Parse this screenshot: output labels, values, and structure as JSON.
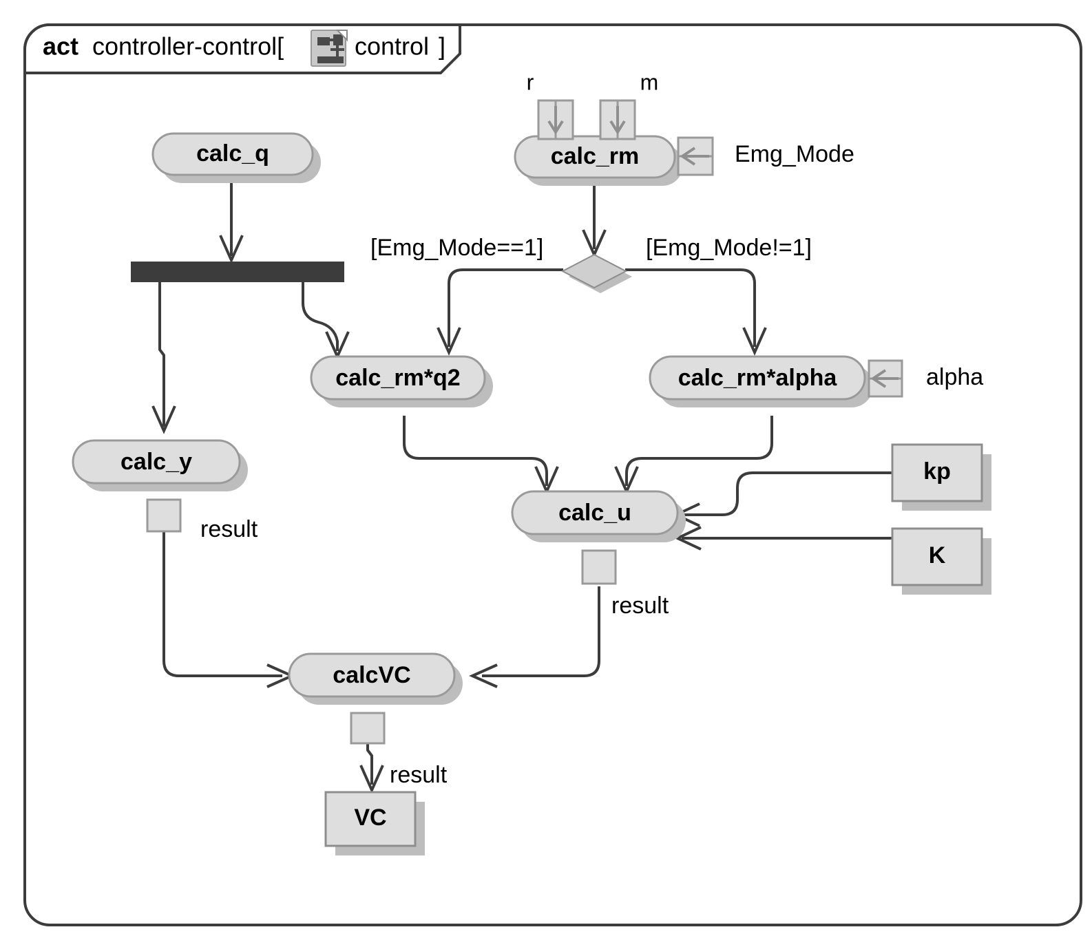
{
  "diagram": {
    "kind": "uml-activity-diagram",
    "header": {
      "keyword": "act",
      "name": "controller-control[",
      "icon": "activity-diagram-icon",
      "param": "control",
      "close_bracket": "]"
    },
    "colors": {
      "node_fill": "#dedede",
      "node_stroke": "#9a9a9a",
      "shadow": "#bdbdbd",
      "flow": "#3c3c3c",
      "fork_bar": "#3c3c3c",
      "decision_fill": "#cfcfcf",
      "frame_stroke": "#3c3c3c",
      "background": "#ffffff"
    },
    "actions": [
      {
        "id": "calc_q",
        "label": "calc_q"
      },
      {
        "id": "calc_rm",
        "label": "calc_rm"
      },
      {
        "id": "calc_y",
        "label": "calc_y"
      },
      {
        "id": "calc_rm_q2",
        "label": "calc_rm*q2"
      },
      {
        "id": "calc_rm_alpha",
        "label": "calc_rm*alpha"
      },
      {
        "id": "calc_u",
        "label": "calc_u"
      },
      {
        "id": "calcVC",
        "label": "calcVC"
      }
    ],
    "object_nodes": [
      {
        "id": "kp",
        "label": "kp"
      },
      {
        "id": "K",
        "label": "K"
      },
      {
        "id": "VC",
        "label": "VC"
      }
    ],
    "input_pin_labels": [
      {
        "id": "r",
        "label": "r",
        "on": "calc_rm"
      },
      {
        "id": "m",
        "label": "m",
        "on": "calc_rm"
      },
      {
        "id": "emg_mode",
        "label": "Emg_Mode",
        "on": "calc_rm"
      },
      {
        "id": "alpha",
        "label": "alpha",
        "on": "calc_rm*alpha"
      }
    ],
    "output_pin_labels": [
      {
        "id": "result_y",
        "label": "result",
        "on": "calc_y"
      },
      {
        "id": "result_u",
        "label": "result",
        "on": "calc_u"
      },
      {
        "id": "result_vc",
        "label": "result",
        "on": "calcVC"
      }
    ],
    "guards": [
      {
        "id": "guard_emg_eq",
        "label": "[Emg_Mode==1]"
      },
      {
        "id": "guard_emg_ne",
        "label": "[Emg_Mode!=1]"
      }
    ],
    "control_nodes": [
      {
        "id": "fork",
        "type": "fork-bar"
      },
      {
        "id": "decision",
        "type": "decision-diamond"
      }
    ]
  }
}
